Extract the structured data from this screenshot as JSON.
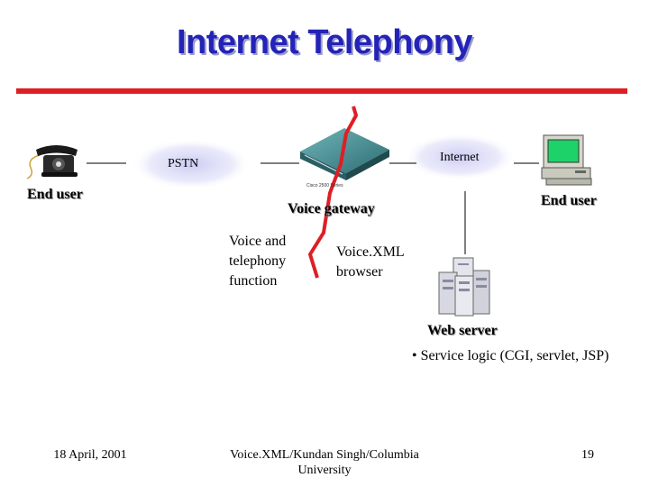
{
  "title": "Internet Telephony",
  "labels": {
    "pstn": "PSTN",
    "internet": "Internet",
    "end_user_left": "End user",
    "end_user_right": "End user",
    "voice_gateway": "Voice gateway",
    "gateway_brand": "Cisco 2500 Series",
    "web_server": "Web server"
  },
  "blocks": {
    "telephony_lines": [
      "Voice and",
      "telephony",
      "function"
    ],
    "voicexml_lines": [
      "Voice.XML",
      "browser"
    ],
    "service_logic": "• Service logic (CGI, servlet, JSP)"
  },
  "footer": {
    "date": "18 April, 2001",
    "credit_lines": [
      "Voice.XML/Kundan Singh/Columbia",
      "University"
    ],
    "page": "19"
  },
  "colors": {
    "title": "#2323b8",
    "rule": "#dd1f25",
    "divider": "#dd1f25",
    "cloud": "#dcdcf6",
    "gateway": "#3d8a90",
    "monitor_screen": "#1ed26a"
  }
}
